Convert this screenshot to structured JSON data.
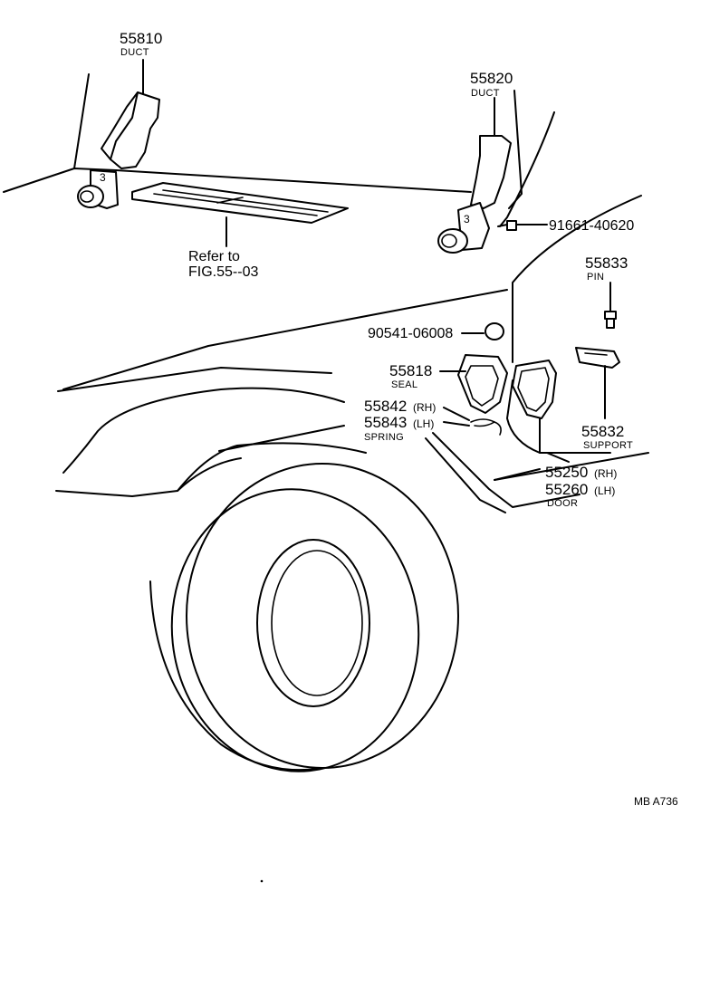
{
  "labels": {
    "duct_left_num": "55810",
    "duct_left_name": "DUCT",
    "duct_right_num": "55820",
    "duct_right_name": "DUCT",
    "refer_line1": "Refer to",
    "refer_line2": "FIG.55--03",
    "bolt": "91661-40620",
    "pin_num": "55833",
    "pin_name": "PIN",
    "plug": "90541-06008",
    "seal_num": "55818",
    "seal_name": "SEAL",
    "spring_rh_num": "55842",
    "spring_rh_side": "(RH)",
    "spring_lh_num": "55843",
    "spring_lh_side": "(LH)",
    "spring_name": "SPRING",
    "support_num": "55832",
    "support_name": "SUPPORT",
    "door_rh_num": "55250",
    "door_rh_side": "(RH)",
    "door_lh_num": "55260",
    "door_lh_side": "(LH)",
    "door_name": "DOOR",
    "figure_code": "MB A736"
  }
}
